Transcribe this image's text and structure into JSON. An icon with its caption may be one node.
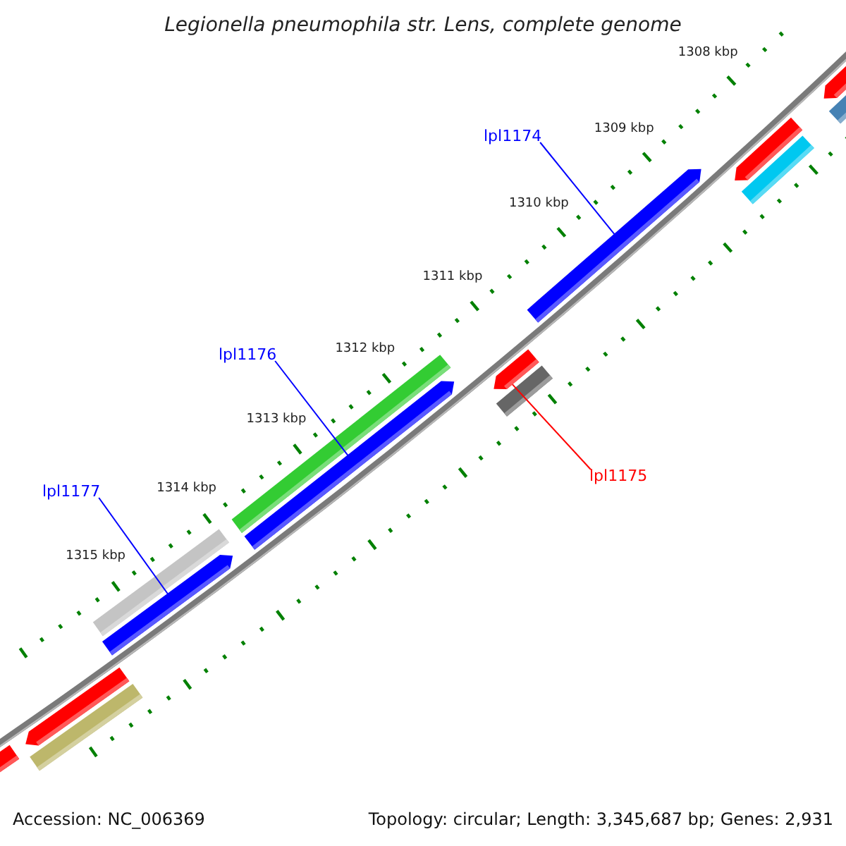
{
  "diagram": {
    "title": "Legionella pneumophila str. Lens, complete genome",
    "nodes": [
      {
        "text": [
          "lpl1174"
        ]
      },
      {
        "text": [
          "lpl1176"
        ]
      },
      {
        "text": [
          "lpl1175"
        ]
      },
      {
        "text": [
          "lpl1177"
        ]
      },
      {
        "text": [],
        "shape": "bar"
      },
      {
        "text": [],
        "shape": "bar"
      },
      {
        "text": [],
        "shape": "bar"
      },
      {
        "text": [],
        "shape": "bar"
      },
      {
        "text": [],
        "shape": "bar"
      },
      {
        "text": [],
        "shape": "bar"
      },
      {
        "text": [],
        "shape": "bar"
      },
      {
        "text": [],
        "shape": "bar"
      },
      {
        "text": [],
        "shape": "bar"
      },
      {
        "text": [],
        "shape": "bar"
      },
      {
        "text": [],
        "shape": "bar"
      },
      {
        "text": [],
        "shape": "bar"
      },
      {
        "text": [],
        "shape": "bar"
      },
      {
        "text": [],
        "shape": "bar"
      }
    ],
    "edges": [
      {
        "from": 0,
        "to": 13,
        "arrow": "none"
      },
      {
        "from": 1,
        "to": 10,
        "arrow": "none"
      },
      {
        "from": 2,
        "to": 11,
        "arrow": "none",
        "color": "#ff0000"
      },
      {
        "from": 3,
        "to": 8,
        "arrow": "none"
      }
    ],
    "labels": [
      "1308 kbp",
      "1309 kbp",
      "1310 kbp",
      "1311 kbp",
      "1312 kbp",
      "1313 kbp",
      "1314 kbp",
      "1315 kbp",
      "Accession: NC_006369",
      "Topology: circular; Length: 3,345,687 bp; Genes: 2,931"
    ]
  }
}
